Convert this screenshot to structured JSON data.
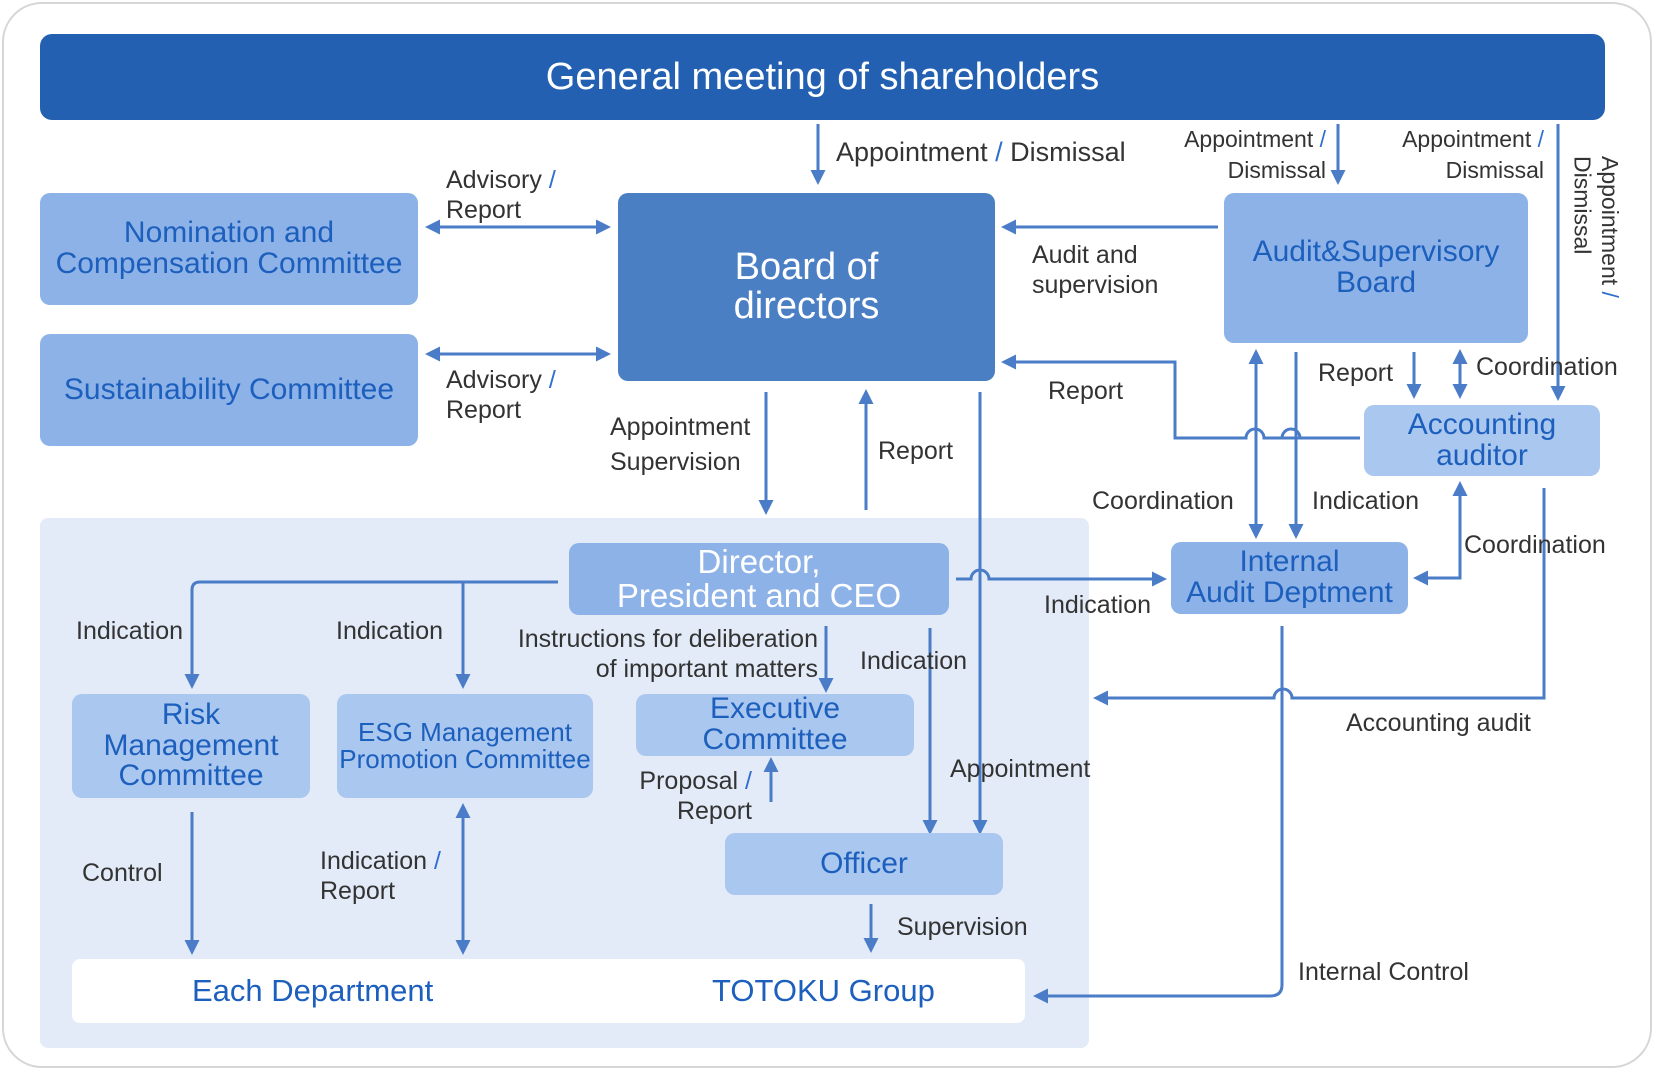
{
  "boxes": {
    "general_meeting": "General meeting of shareholders",
    "nomination": "Nomination and\nCompensation Committee",
    "sustainability": "Sustainability Committee",
    "board": "Board of\ndirectors",
    "audit_board": "Audit&Supervisory\nBoard",
    "accounting_auditor": "Accounting\nauditor",
    "ceo": "Director,\nPresident and CEO",
    "internal_audit": "Internal\nAudit Deptment",
    "risk": "Risk Management\nCommittee",
    "esg": "ESG Management\nPromotion Committee",
    "executive": "Executive Committee",
    "officer": "Officer",
    "each_department": "Each Department",
    "totoku_group": "TOTOKU Group"
  },
  "labels": {
    "appointment_dismissal_main": {
      "a": "Appointment ",
      "s": "/",
      "b": " Dismissal"
    },
    "appointment_dismissal_asb": {
      "a": "Appointment ",
      "s": "/",
      "b": "\nDismissal"
    },
    "appointment_dismissal_acc": {
      "a": "Appointment ",
      "s": "/",
      "b": "\nDismissal"
    },
    "appointment_dismissal_vert": {
      "a": "Appointment ",
      "s": "/",
      "b": "\nDismissal"
    },
    "advisory_report_1": {
      "a": "Advisory ",
      "s": "/",
      "b": "\nReport"
    },
    "advisory_report_2": {
      "a": "Advisory ",
      "s": "/",
      "b": "\nReport"
    },
    "audit_supervision": "Audit and\nsupervision",
    "report_board": "Report",
    "report_asb": "Report",
    "coordination_asb": "Coordination",
    "appointment_supervision": "Appointment\nSupervision",
    "report_ceo": "Report",
    "coordination_ia": "Coordination",
    "indication_ia": "Indication",
    "coordination_acc": "Coordination",
    "indication_ceo_ia": "Indication",
    "indication_risk": "Indication",
    "indication_esg": "Indication",
    "instructions": "Instructions for deliberation\nof important matters",
    "indication_officer": "Indication",
    "accounting_audit": "Accounting audit",
    "appointment_officer": "Appointment",
    "proposal_report": {
      "a": "Proposal ",
      "s": "/",
      "b": "\nReport"
    },
    "control": "Control",
    "indication_report": {
      "a": "Indication ",
      "s": "/",
      "b": "\nReport"
    },
    "supervision": "Supervision",
    "internal_control": "Internal Control"
  },
  "colors": {
    "top_box": "#2360b2",
    "board_box": "#4b7fc4",
    "mid_box": "#8db2e7",
    "light_box": "#aac7ef",
    "shaded_area": "#e3ebf8",
    "connector": "#4a7cc7",
    "box_text": "#1c5fbd"
  }
}
